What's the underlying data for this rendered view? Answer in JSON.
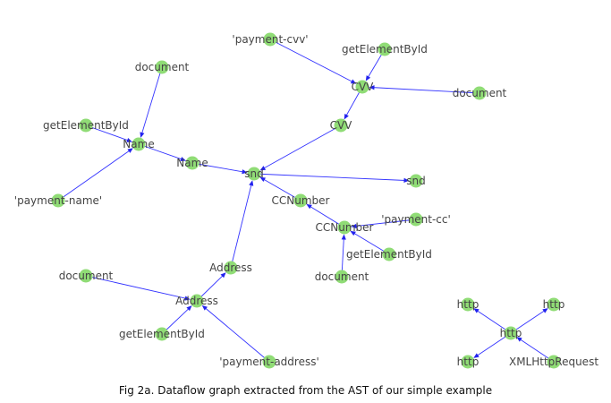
{
  "caption": "Fig 2a. Dataflow graph extracted from the AST of our simple example",
  "graph": {
    "nodes": [
      {
        "id": "n_pay_cvv",
        "label": "'payment-cvv'"
      },
      {
        "id": "n_gebi_top",
        "label": "getElementById"
      },
      {
        "id": "n_doc_cvv",
        "label": "document"
      },
      {
        "id": "n_cvv1",
        "label": "CVV"
      },
      {
        "id": "n_cvv2",
        "label": "CVV"
      },
      {
        "id": "n_doc_name",
        "label": "document"
      },
      {
        "id": "n_gebi_name",
        "label": "getElementById"
      },
      {
        "id": "n_name1",
        "label": "Name"
      },
      {
        "id": "n_name2",
        "label": "Name"
      },
      {
        "id": "n_pay_name",
        "label": "'payment-name'"
      },
      {
        "id": "n_snd1",
        "label": "snd"
      },
      {
        "id": "n_snd2",
        "label": "snd"
      },
      {
        "id": "n_ccn1",
        "label": "CCNumber"
      },
      {
        "id": "n_pay_cc",
        "label": "'payment-cc'"
      },
      {
        "id": "n_ccn2",
        "label": "CCNumber"
      },
      {
        "id": "n_gebi_cc",
        "label": "getElementById"
      },
      {
        "id": "n_doc_cc",
        "label": "document"
      },
      {
        "id": "n_addr1",
        "label": "Address"
      },
      {
        "id": "n_doc_addr",
        "label": "document"
      },
      {
        "id": "n_addr2",
        "label": "Address"
      },
      {
        "id": "n_gebi_addr",
        "label": "getElementById"
      },
      {
        "id": "n_pay_addr",
        "label": "'payment-address'"
      },
      {
        "id": "n_http_c",
        "label": "http"
      },
      {
        "id": "n_http_tl",
        "label": "http"
      },
      {
        "id": "n_http_tr",
        "label": "http"
      },
      {
        "id": "n_http_bl",
        "label": "http"
      },
      {
        "id": "n_xhr",
        "label": "XMLHttpRequest"
      }
    ],
    "edges": [
      [
        "n_pay_cvv",
        "n_cvv1"
      ],
      [
        "n_gebi_top",
        "n_cvv1"
      ],
      [
        "n_doc_cvv",
        "n_cvv1"
      ],
      [
        "n_cvv1",
        "n_cvv2"
      ],
      [
        "n_cvv2",
        "n_snd1"
      ],
      [
        "n_doc_name",
        "n_name1"
      ],
      [
        "n_gebi_name",
        "n_name1"
      ],
      [
        "n_pay_name",
        "n_name1"
      ],
      [
        "n_name1",
        "n_name2"
      ],
      [
        "n_name2",
        "n_snd1"
      ],
      [
        "n_snd1",
        "n_snd2"
      ],
      [
        "n_ccn2",
        "n_ccn1"
      ],
      [
        "n_ccn1",
        "n_snd1"
      ],
      [
        "n_pay_cc",
        "n_ccn2"
      ],
      [
        "n_gebi_cc",
        "n_ccn2"
      ],
      [
        "n_doc_cc",
        "n_ccn2"
      ],
      [
        "n_addr1",
        "n_snd1"
      ],
      [
        "n_addr2",
        "n_addr1"
      ],
      [
        "n_doc_addr",
        "n_addr2"
      ],
      [
        "n_gebi_addr",
        "n_addr2"
      ],
      [
        "n_pay_addr",
        "n_addr2"
      ],
      [
        "n_http_c",
        "n_http_tl"
      ],
      [
        "n_http_c",
        "n_http_tr"
      ],
      [
        "n_http_c",
        "n_http_bl"
      ],
      [
        "n_xhr",
        "n_http_c"
      ]
    ]
  },
  "colors": {
    "node_fill": "#90dc76",
    "edge": "#3333ff",
    "label": "#444444"
  }
}
